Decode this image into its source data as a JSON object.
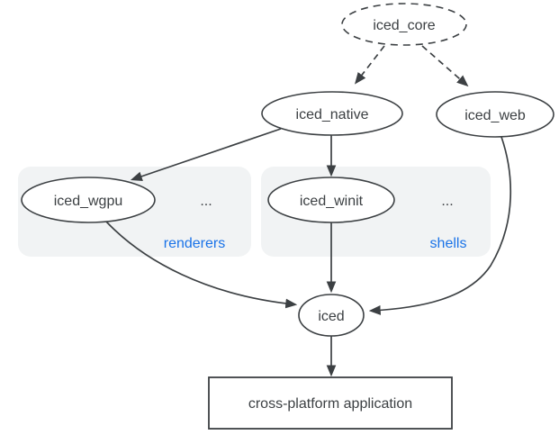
{
  "colors": {
    "background": "#ffffff",
    "node_fill": "#ffffff",
    "node_stroke": "#3c4043",
    "edge_stroke": "#3c4043",
    "text": "#3c4043",
    "cluster_fill": "#f1f3f4",
    "cluster_label": "#1a73e8"
  },
  "nodes": {
    "iced_core": {
      "label": "iced_core",
      "shape": "ellipse",
      "border": "dashed"
    },
    "iced_native": {
      "label": "iced_native",
      "shape": "ellipse",
      "border": "solid"
    },
    "iced_web": {
      "label": "iced_web",
      "shape": "ellipse",
      "border": "solid"
    },
    "iced_wgpu": {
      "label": "iced_wgpu",
      "shape": "ellipse",
      "border": "solid"
    },
    "iced_winit": {
      "label": "iced_winit",
      "shape": "ellipse",
      "border": "solid"
    },
    "iced": {
      "label": "iced",
      "shape": "ellipse",
      "border": "solid"
    },
    "application": {
      "label": "cross-platform application",
      "shape": "rectangle",
      "border": "solid"
    }
  },
  "clusters": {
    "renderers": {
      "label": "renderers",
      "more_indicator": "..."
    },
    "shells": {
      "label": "shells",
      "more_indicator": "..."
    }
  },
  "edges": [
    {
      "from": "iced_core",
      "to": "iced_native",
      "style": "dashed"
    },
    {
      "from": "iced_core",
      "to": "iced_web",
      "style": "dashed"
    },
    {
      "from": "iced_native",
      "to": "iced_wgpu",
      "style": "solid"
    },
    {
      "from": "iced_native",
      "to": "iced_winit",
      "style": "solid"
    },
    {
      "from": "iced_wgpu",
      "to": "iced",
      "style": "solid"
    },
    {
      "from": "iced_winit",
      "to": "iced",
      "style": "solid"
    },
    {
      "from": "iced_web",
      "to": "iced",
      "style": "solid"
    },
    {
      "from": "iced",
      "to": "application",
      "style": "solid"
    }
  ]
}
